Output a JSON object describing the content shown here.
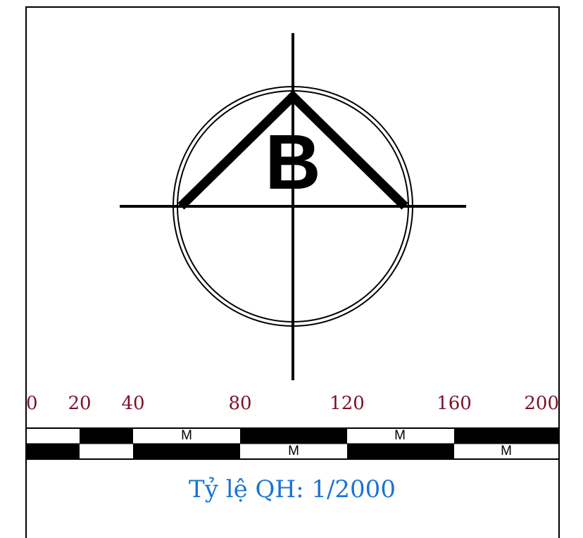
{
  "symbol": {
    "letter": "B",
    "icon": "benchmark-triangle-in-circle"
  },
  "scale_bar": {
    "ticks": [
      "0",
      "20",
      "40",
      "80",
      "120",
      "160",
      "200"
    ],
    "unit": "M",
    "tick_color": "#7a1228"
  },
  "scale_text": "Tỷ lệ QH: 1/2000",
  "colors": {
    "scale_text": "#1a73d6",
    "line": "#000000",
    "fill": "#000000"
  }
}
